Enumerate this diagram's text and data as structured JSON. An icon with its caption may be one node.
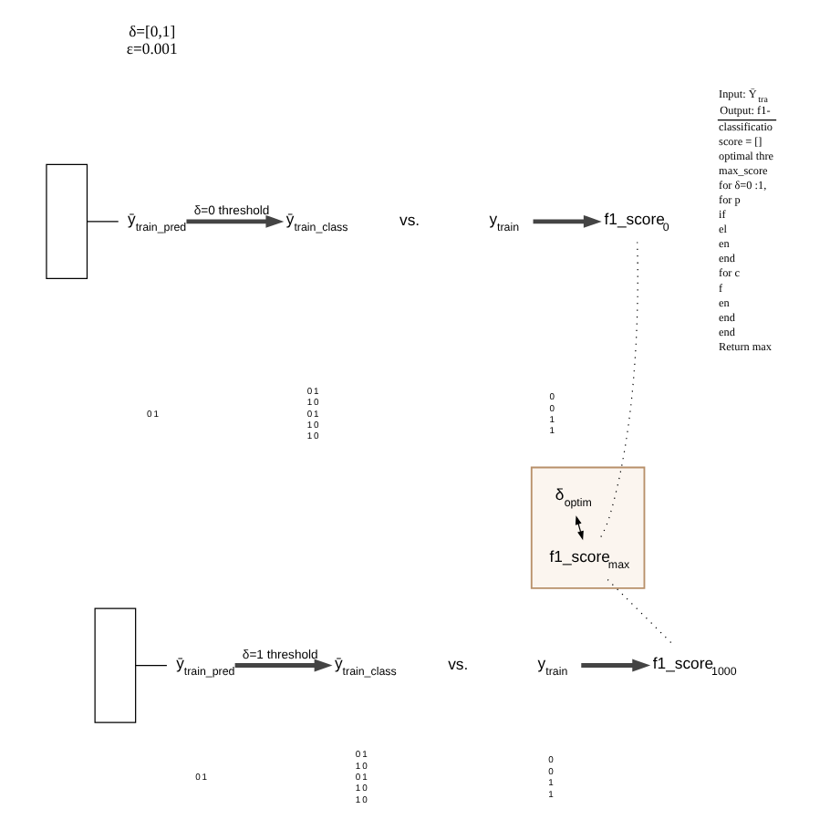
{
  "diagram": {
    "nodes": [
      {
        "text": [],
        "shape": "box"
      },
      {
        "text": [
          "ȳ$_{train_pred}$"
        ]
      },
      {
        "text": [
          "ȳ$_{train_class}$"
        ]
      },
      {
        "text": [
          "y$_{train}$"
        ]
      },
      {
        "text": [
          "f1_score$_{0}$"
        ]
      },
      {
        "text": [],
        "shape": "box"
      },
      {
        "text": [
          "δ$_{optim}$"
        ],
        "in": 5
      },
      {
        "text": [
          "f1_score$_{max}$"
        ],
        "in": 5
      },
      {
        "text": [],
        "shape": "box"
      },
      {
        "text": [
          "ȳ$_{train_pred}$"
        ]
      },
      {
        "text": [
          "ȳ$_{train_class}$"
        ]
      },
      {
        "text": [
          "y$_{train}$"
        ]
      },
      {
        "text": [
          "f1_score$_{1000}$"
        ]
      }
    ],
    "edges": [
      {
        "from": 0,
        "to": 1,
        "arrow": "none"
      },
      {
        "from": 1,
        "to": 2,
        "arrow": "to",
        "label": "δ=0 threshold",
        "style": "thick"
      },
      {
        "from": 3,
        "to": 4,
        "arrow": "to",
        "style": "thick"
      },
      {
        "from": 6,
        "to": 7,
        "arrow": "both"
      },
      {
        "from": 4,
        "to": 7,
        "arrow": "none",
        "style": "dashed"
      },
      {
        "from": 7,
        "to": 12,
        "arrow": "none",
        "style": "dashed"
      },
      {
        "from": 8,
        "to": 9,
        "arrow": "none"
      },
      {
        "from": 9,
        "to": 10,
        "arrow": "to",
        "label": "δ=1 threshold",
        "style": "thick"
      },
      {
        "from": 11,
        "to": 12,
        "arrow": "to",
        "style": "thick"
      }
    ],
    "labels": [
      "δ=[0,1]",
      "ε=0.001",
      "0",
      "1",
      "0",
      "1",
      "1",
      "0",
      "0",
      "1",
      "1",
      "0",
      "1",
      "0",
      "vs.",
      "0",
      "0",
      "1",
      "1",
      "0",
      "1",
      "0",
      "1",
      "1",
      "0",
      "0",
      "1",
      "1",
      "0",
      "1",
      "0",
      "vs.",
      "0",
      "0",
      "1",
      "1",
      "Input: Ȳ$_{tra}$",
      "Output: f1-",
      "classificatio",
      "score = []",
      "optimal thre",
      "max_score",
      "for δ=0 :1,",
      "for p",
      "if",
      "el",
      "en",
      "end",
      "for c",
      "f",
      "en",
      "end",
      "end",
      "Return max"
    ]
  }
}
